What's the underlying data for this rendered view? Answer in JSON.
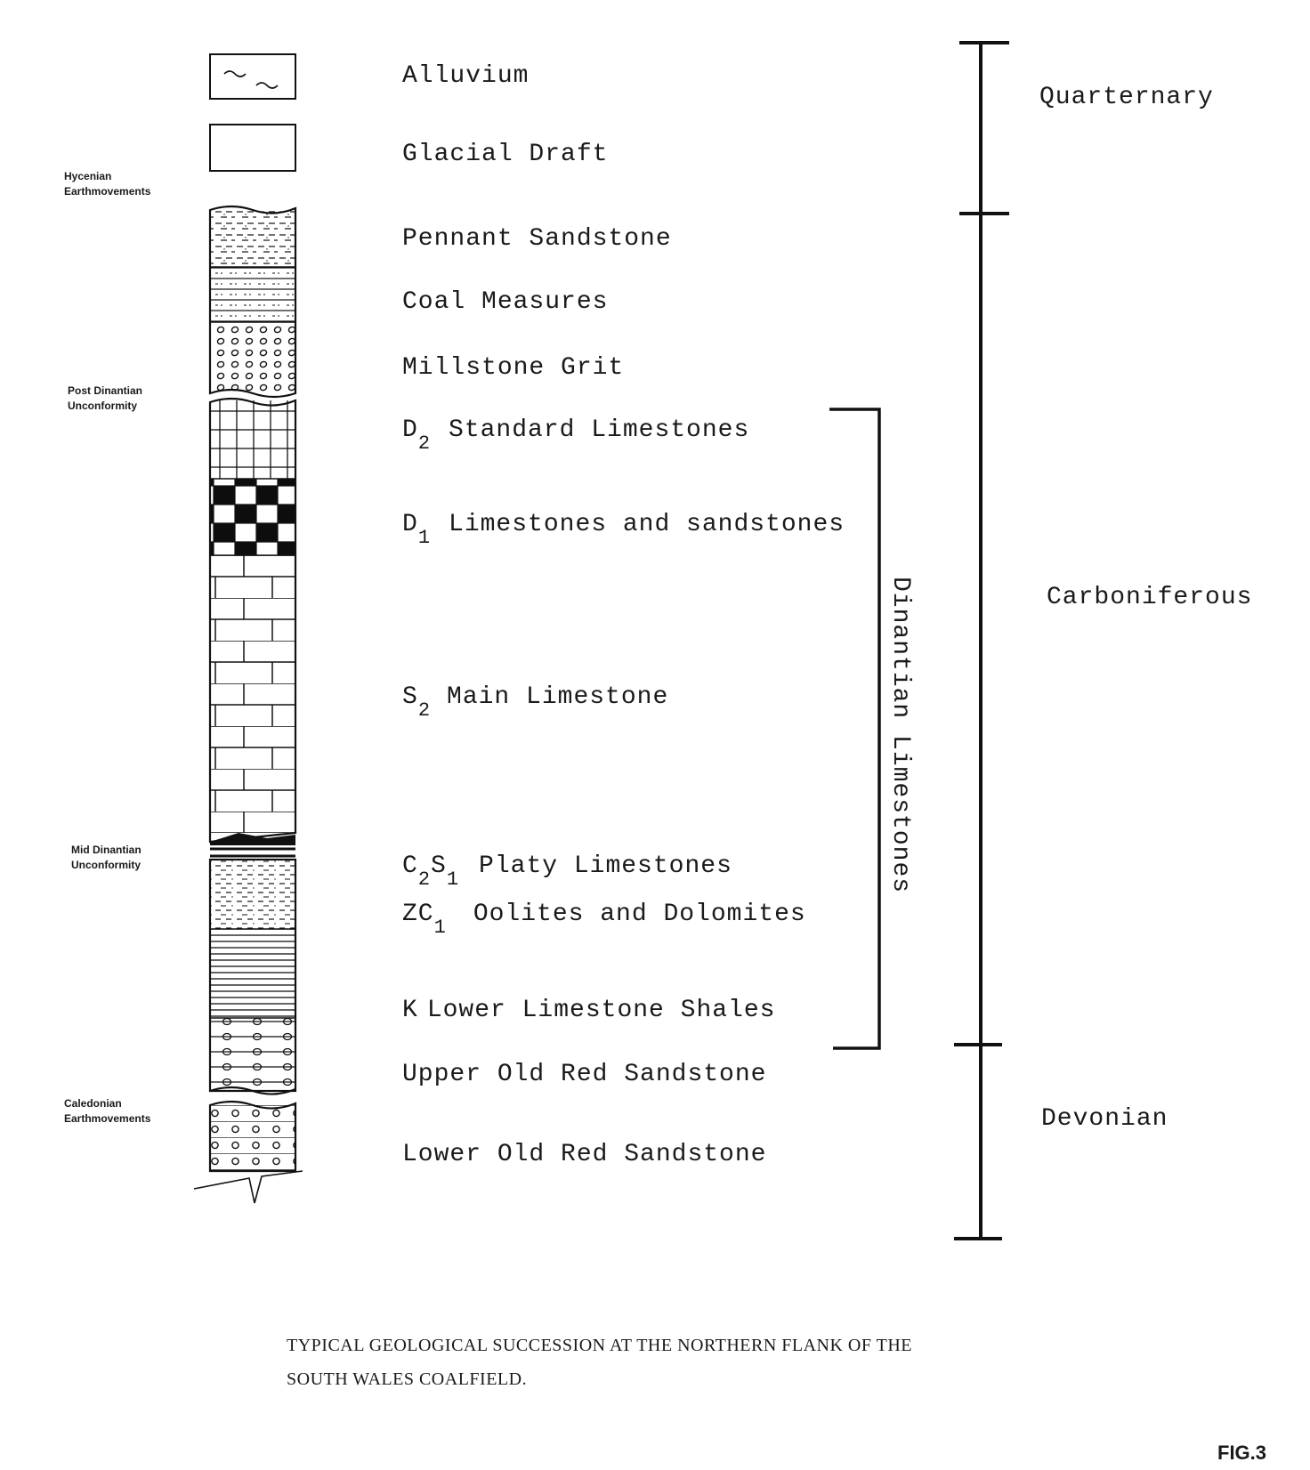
{
  "units": [
    {
      "code": "",
      "code_sub": "",
      "name": "Alluvium"
    },
    {
      "code": "",
      "code_sub": "",
      "name": "Glacial Draft"
    },
    {
      "code": "",
      "code_sub": "",
      "name": "Pennant Sandstone"
    },
    {
      "code": "",
      "code_sub": "",
      "name": "Coal Measures"
    },
    {
      "code": "",
      "code_sub": "",
      "name": "Millstone Grit"
    },
    {
      "code": "D",
      "code_sub": "2",
      "name": "Standard Limestones"
    },
    {
      "code": "D",
      "code_sub": "1",
      "name": "Limestones and sandstones"
    },
    {
      "code": "S",
      "code_sub": "2",
      "name": "Main Limestone"
    },
    {
      "code": "C",
      "code_sub": "2",
      "code2": "S",
      "code2_sub": "1",
      "name": "Platy Limestones"
    },
    {
      "code": "ZC",
      "code_sub": "1",
      "name": "Oolites and Dolomites"
    },
    {
      "code": "K",
      "code_sub": "",
      "name": "Lower Limestone Shales"
    },
    {
      "code": "",
      "code_sub": "",
      "name": "Upper Old Red Sandstone"
    },
    {
      "code": "",
      "code_sub": "",
      "name": "Lower Old Red Sandstone"
    }
  ],
  "events": [
    {
      "line1": "Hycenian",
      "line2": "Earthmovements"
    },
    {
      "line1": "Post Dinantian",
      "line2": "Unconformity"
    },
    {
      "line1": "Mid Dinantian",
      "line2": "Unconformity"
    },
    {
      "line1": "Caledonian",
      "line2": "Earthmovements"
    }
  ],
  "bracket_label": "Dinantian Limestones",
  "periods": [
    "Quarternary",
    "Carboniferous",
    "Devonian"
  ],
  "caption_line1": "TYPICAL GEOLOGICAL SUCCESSION AT THE NORTHERN FLANK OF THE",
  "caption_line2": "SOUTH WALES COALFIELD.",
  "figure_number": "FIG.3"
}
